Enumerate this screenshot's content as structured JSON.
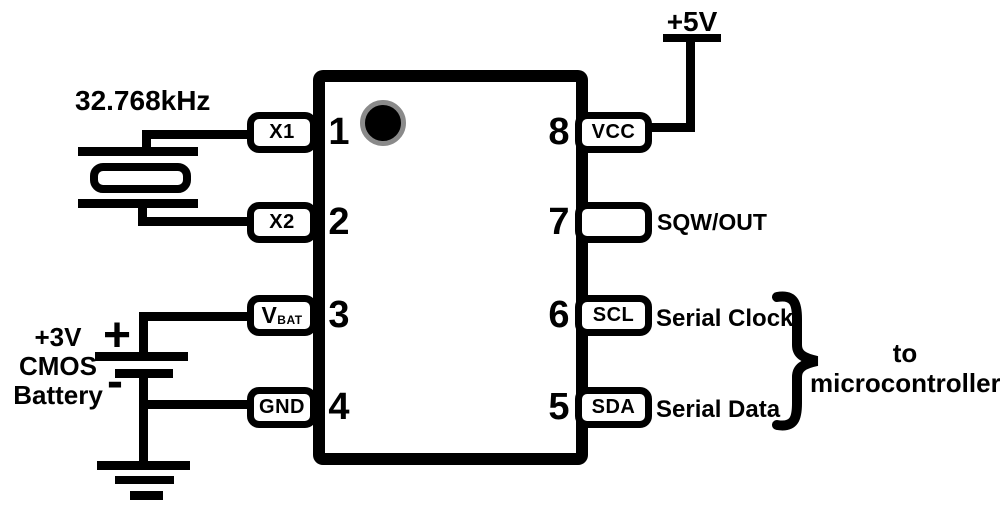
{
  "colors": {
    "ink": "#000000",
    "background": "#ffffff",
    "dot_ring": "#8a8a8a"
  },
  "crystal": {
    "frequency": "32.768kHz"
  },
  "power": {
    "supply_label": "+5V"
  },
  "battery": {
    "line1": "+3V",
    "line2": "CMOS",
    "line3": "Battery",
    "plus_sign": "+",
    "minus_sign": "-"
  },
  "ic": {
    "pins": [
      {
        "number": "1",
        "label": "X1"
      },
      {
        "number": "2",
        "label": "X2"
      },
      {
        "number": "3",
        "label": "V",
        "label_sub": "BAT"
      },
      {
        "number": "4",
        "label": "GND"
      },
      {
        "number": "5",
        "label": "SDA"
      },
      {
        "number": "6",
        "label": "SCL"
      },
      {
        "number": "7",
        "label": ""
      },
      {
        "number": "8",
        "label": "VCC"
      }
    ]
  },
  "annotations": {
    "sqw_out": "SQW/OUT",
    "serial_clock": "Serial Clock",
    "serial_data": "Serial Data",
    "to_target_line1": "to",
    "to_target_line2": "microcontroller"
  }
}
